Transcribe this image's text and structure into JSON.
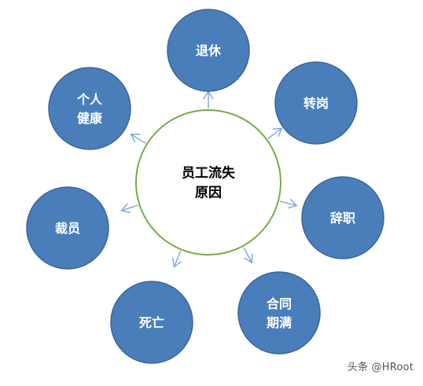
{
  "center": {
    "lines": [
      "员工流失",
      "原因"
    ]
  },
  "reasons": [
    {
      "id": "retire",
      "lines": [
        "退休"
      ]
    },
    {
      "id": "transfer",
      "lines": [
        "转岗"
      ]
    },
    {
      "id": "resign",
      "lines": [
        "辞职"
      ]
    },
    {
      "id": "contract-expire",
      "lines": [
        "合同",
        "期满"
      ]
    },
    {
      "id": "death",
      "lines": [
        "死亡"
      ]
    },
    {
      "id": "layoff",
      "lines": [
        "裁员"
      ]
    },
    {
      "id": "health",
      "lines": [
        "个人",
        "健康"
      ]
    }
  ],
  "watermark": "头条 @HRoot",
  "colors": {
    "node_fill": "#4a7ebb",
    "node_stroke": "#3a6599",
    "center_stroke": "#72ae47",
    "arrow": "#7ba7d8",
    "node_text": "#ffffff",
    "center_text": "#000000"
  }
}
